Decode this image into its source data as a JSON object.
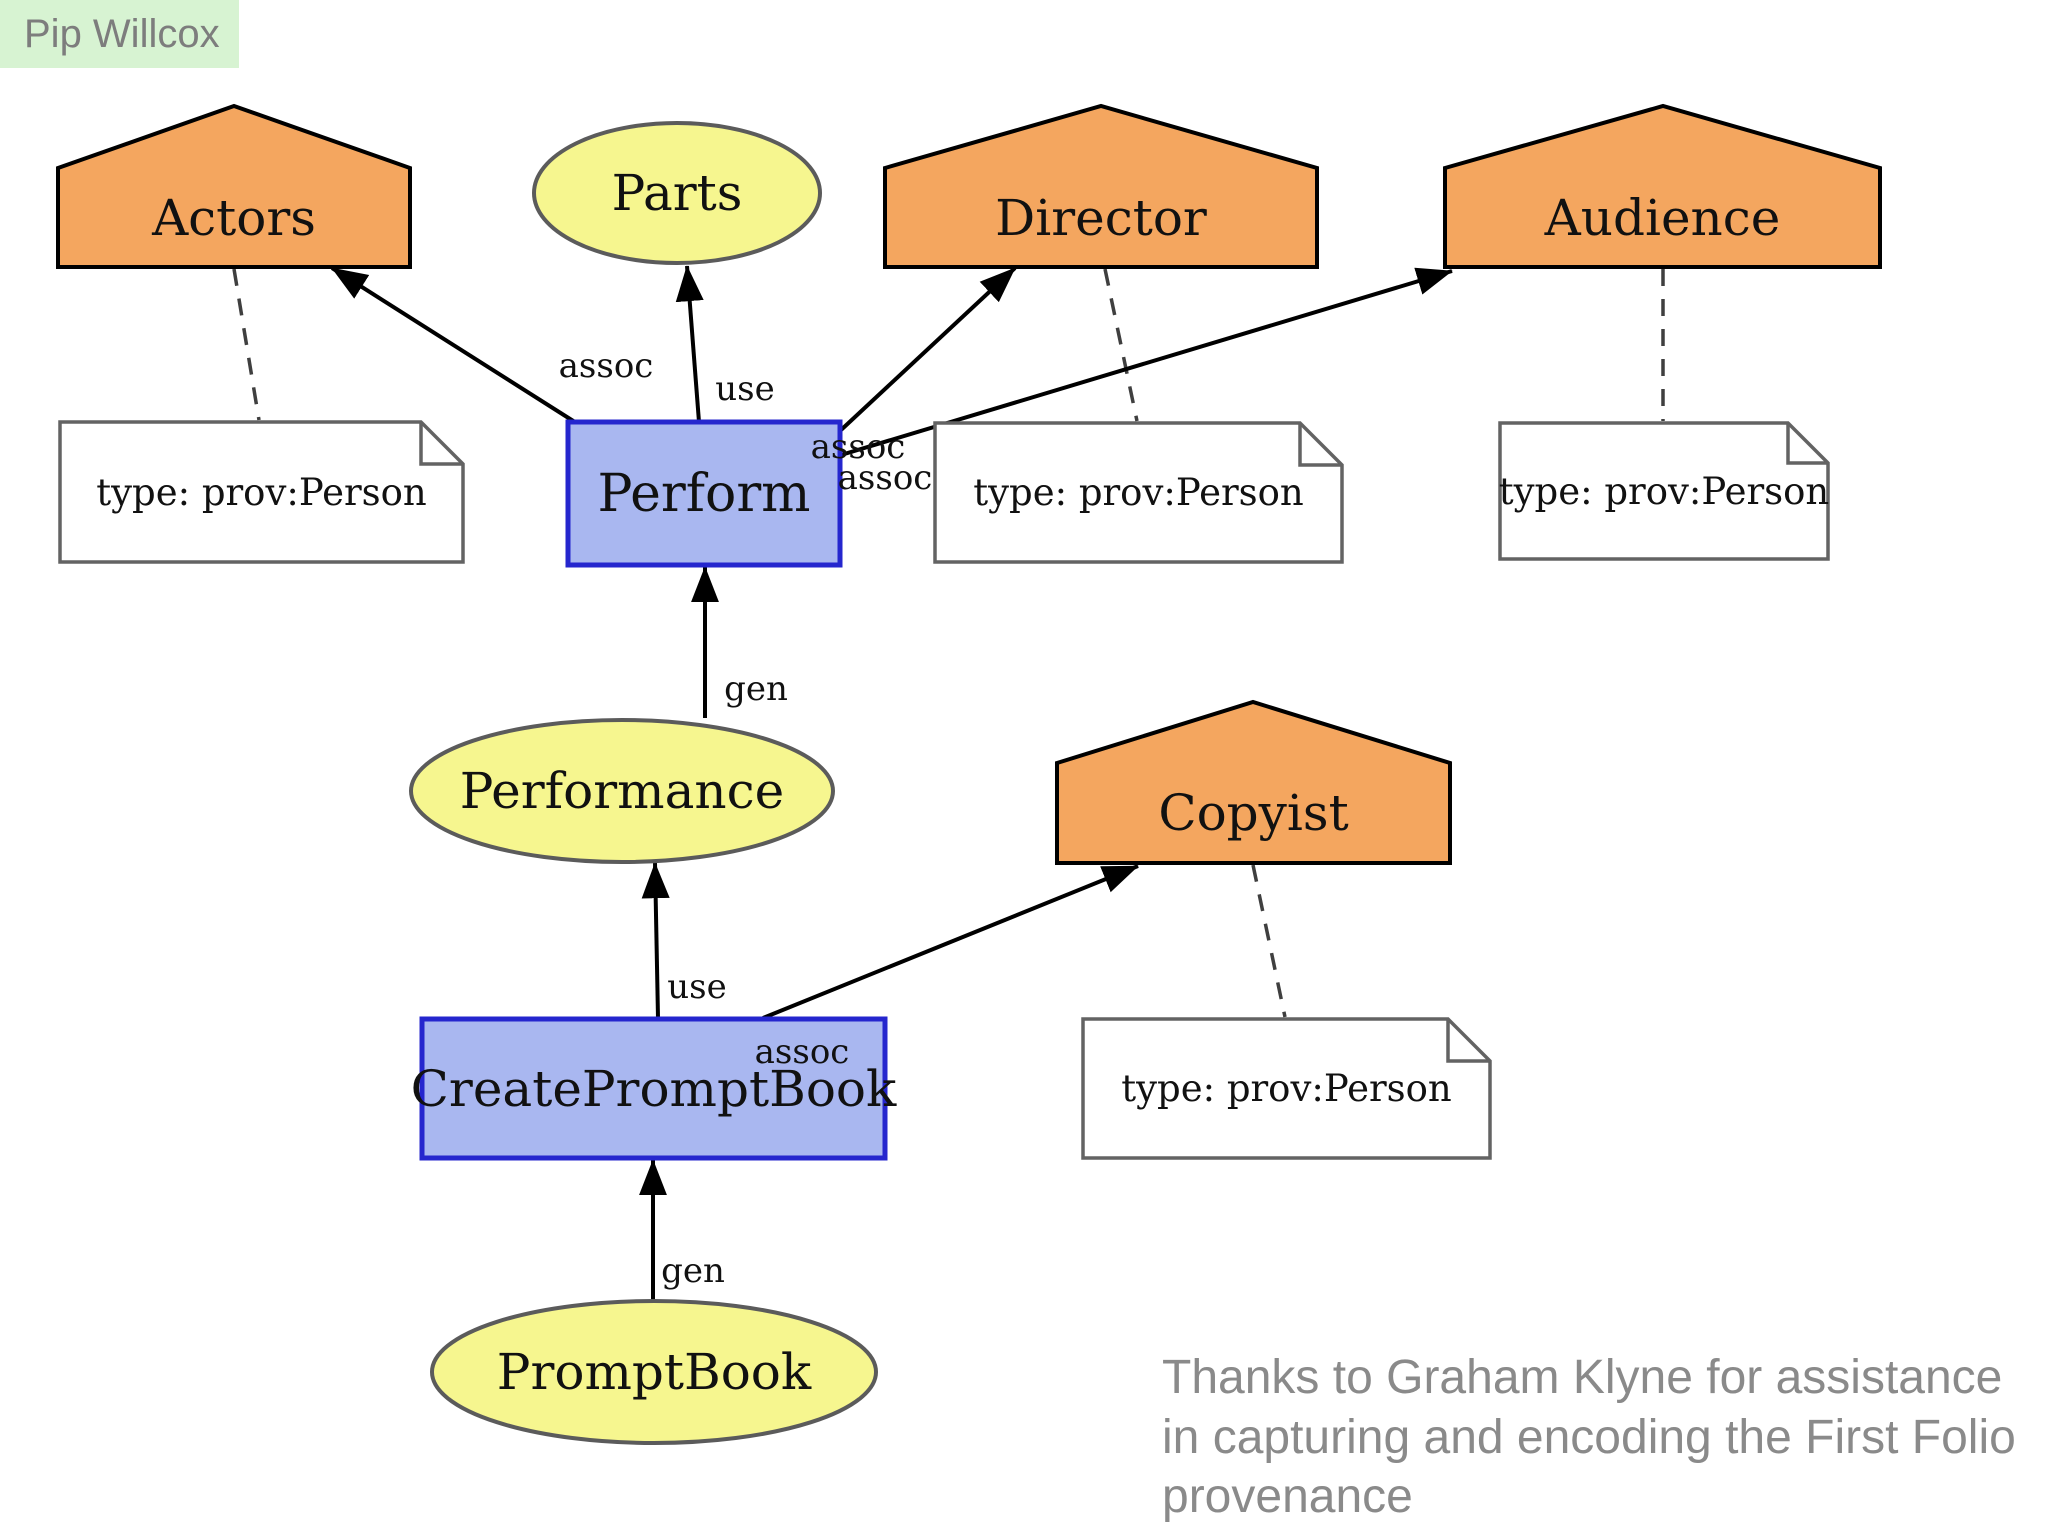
{
  "slide": {
    "author_label": "Pip Willcox",
    "credit": {
      "line1": "Thanks to Graham Klyne for assistance",
      "line2": "in capturing and encoding the First Folio",
      "line3": "provenance"
    }
  },
  "colors": {
    "agent_fill": "#F4A65F",
    "entity_fill": "#F6F68F",
    "activity_fill": "#A9B7F0",
    "activity_border": "#2526CE",
    "shape_border": "#000000",
    "entity_border": "#5B5B5B",
    "note_fill": "#FFFFFF",
    "note_border": "#636363",
    "connector": "#3F3F3F",
    "arrow": "#000000",
    "author_bg": "#D7F3D2",
    "author_text": "#7D7D7D",
    "credit_text": "#8A8A8A"
  },
  "nodes": {
    "actors": {
      "label": "Actors"
    },
    "parts": {
      "label": "Parts"
    },
    "director": {
      "label": "Director"
    },
    "audience": {
      "label": "Audience"
    },
    "perform": {
      "label": "Perform"
    },
    "performance": {
      "label": "Performance"
    },
    "copyist": {
      "label": "Copyist"
    },
    "create_prompt_book": {
      "label": "CreatePromptBook"
    },
    "prompt_book": {
      "label": "PromptBook"
    }
  },
  "notes": {
    "actors_note": {
      "text": "type: prov:Person"
    },
    "director_note": {
      "text": "type: prov:Person"
    },
    "audience_note": {
      "text": "type: prov:Person"
    },
    "copyist_note": {
      "text": "type: prov:Person"
    }
  },
  "edges": {
    "perform_actors": {
      "label": "assoc"
    },
    "perform_parts": {
      "label": "use"
    },
    "perform_audience": {
      "label": "assoc"
    },
    "perform_director": {
      "label": "assoc"
    },
    "performance_perform": {
      "label": "gen"
    },
    "create_prompt_book_performance": {
      "label": "use"
    },
    "create_prompt_book_copyist": {
      "label": "assoc"
    },
    "prompt_book_create_prompt_book": {
      "label": "gen"
    }
  }
}
